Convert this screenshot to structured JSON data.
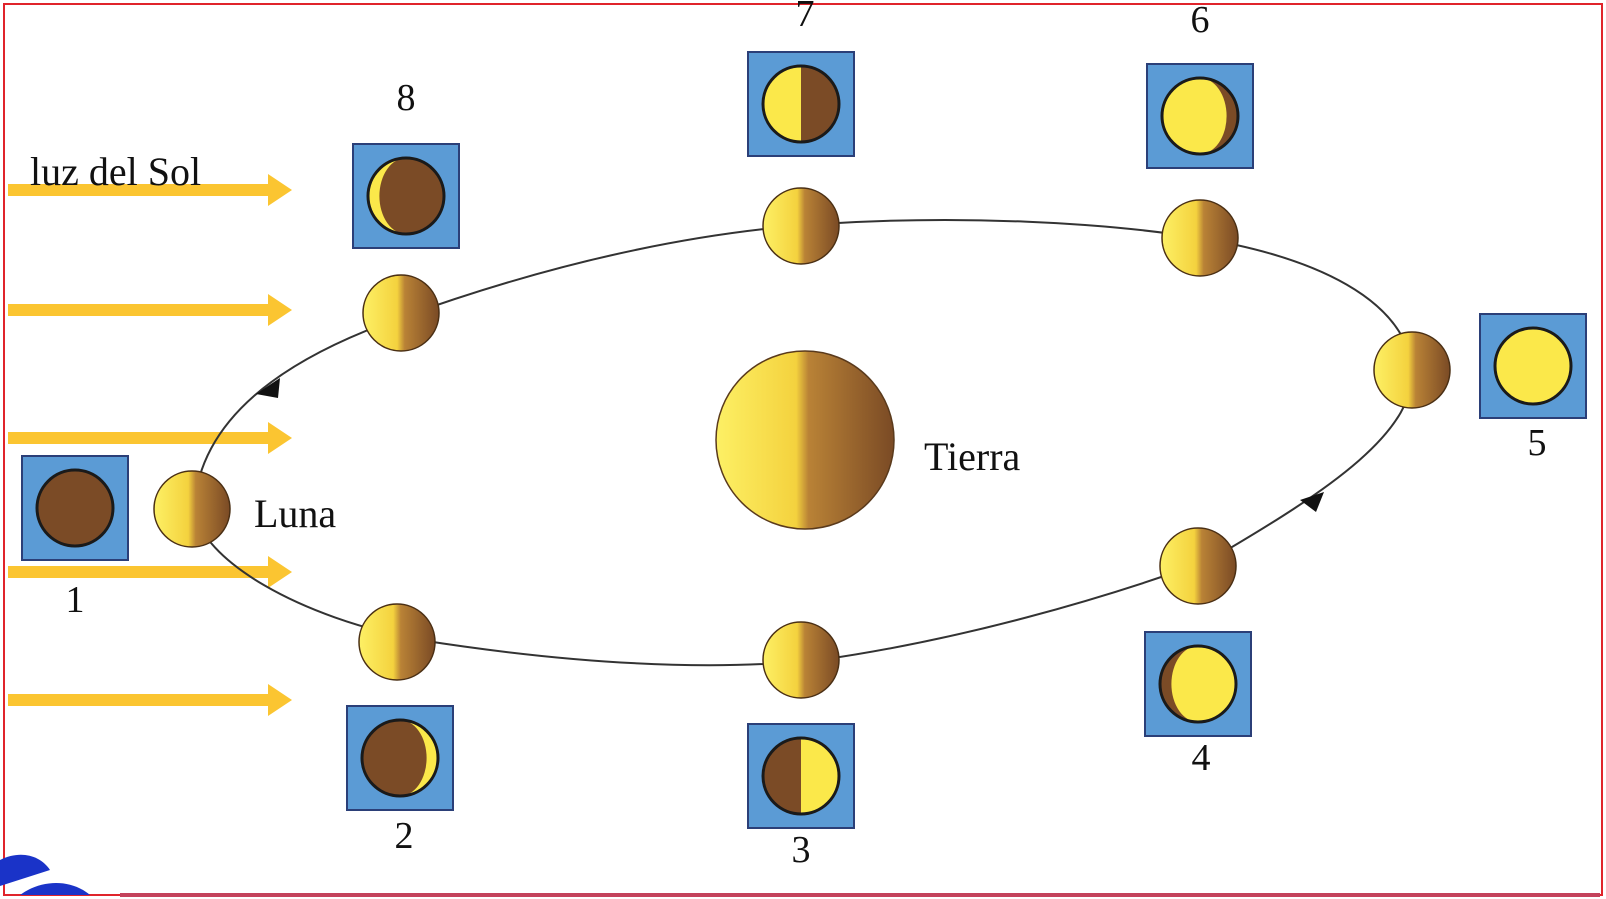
{
  "labels": {
    "sunlight": "luz del Sol",
    "earth": "Tierra",
    "moon": "Luna"
  },
  "phases": [
    {
      "number": "1",
      "lit_fraction": 0.0,
      "waxing": true
    },
    {
      "number": "2",
      "lit_fraction": 0.15,
      "waxing": true
    },
    {
      "number": "3",
      "lit_fraction": 0.5,
      "waxing": true
    },
    {
      "number": "4",
      "lit_fraction": 0.85,
      "waxing": true
    },
    {
      "number": "5",
      "lit_fraction": 1.0,
      "waxing": true
    },
    {
      "number": "6",
      "lit_fraction": 0.85,
      "waxing": false
    },
    {
      "number": "7",
      "lit_fraction": 0.5,
      "waxing": false
    },
    {
      "number": "8",
      "lit_fraction": 0.15,
      "waxing": false
    }
  ],
  "colors": {
    "border": "#e0242b",
    "sunlight_arrow": "#fbc531",
    "phase_box": "#5b9bd5",
    "lit": "#fbe84a",
    "dark": "#7b4b26",
    "orbit": "#333333",
    "logo": "#1a33c8"
  }
}
